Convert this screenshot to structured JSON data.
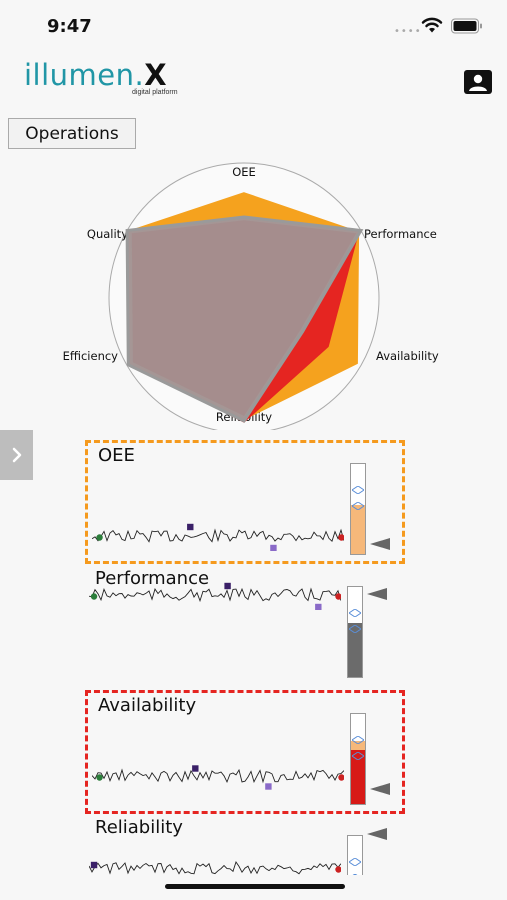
{
  "status_bar": {
    "time": "9:47"
  },
  "logo": {
    "main": "illumen.",
    "mark": "X",
    "tagline": "digital platform"
  },
  "operations_button": {
    "label": "Operations"
  },
  "radar": {
    "axes": [
      "OEE",
      "Performance",
      "Availability",
      "Reliability",
      "Efficiency",
      "Quality"
    ],
    "series": [
      {
        "color": "#f5a21e",
        "values": [
          0.78,
          0.98,
          0.97,
          0.9,
          0.97,
          0.99
        ]
      },
      {
        "color": "#e52521",
        "values": [
          0.6,
          0.98,
          0.72,
          0.92,
          0.98,
          0.99
        ]
      },
      {
        "color": "#a0a0a0",
        "values": [
          0.6,
          1.0,
          0.5,
          0.91,
          0.99,
          1.0
        ]
      }
    ]
  },
  "metrics": [
    {
      "title": "OEE",
      "style": "orange",
      "fill_color": "#f6b87a",
      "fill_level": 0.55,
      "top_color": "#f2f2f2"
    },
    {
      "title": "Performance",
      "style": "none",
      "fill_color": "#6b6b6b",
      "fill_level": 0.6,
      "top_color": "#f2f2f2"
    },
    {
      "title": "Availability",
      "style": "red",
      "fill_color": "#d71a17",
      "fill_level": 0.6,
      "top_color": "#f6b87a"
    },
    {
      "title": "Reliability",
      "style": "none",
      "fill_color": "#f2f2f2",
      "fill_level": 0.0,
      "top_color": "#f2f2f2"
    }
  ],
  "colors": {
    "accent": "#2196a6",
    "orange": "#f59a1e",
    "red": "#e52521",
    "gray": "#a0a0a0"
  }
}
